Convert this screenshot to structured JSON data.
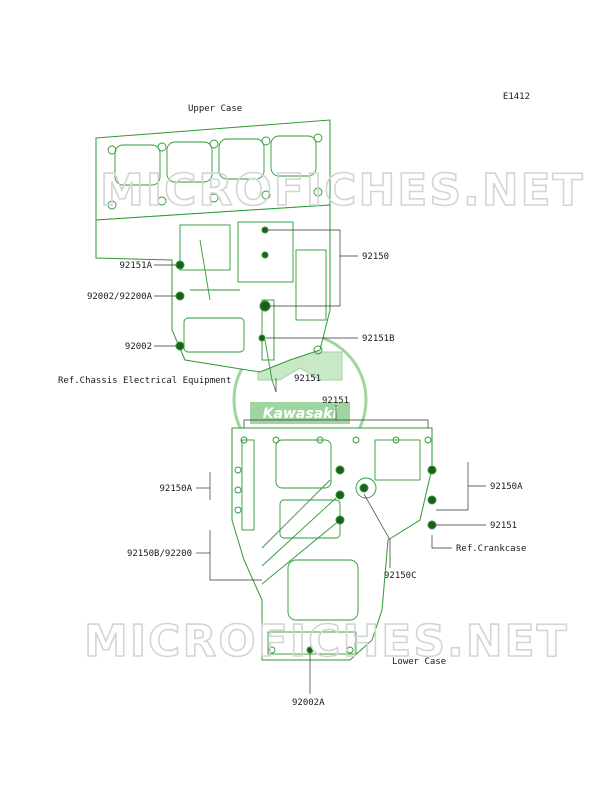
{
  "diagram_code": "E1412",
  "headers": {
    "upper_case": "Upper Case",
    "lower_case": "Lower Case"
  },
  "labels": {
    "l_92151A": "92151A",
    "l_92002_92200A": "92002/92200A",
    "l_92002": "92002",
    "l_ref_chassis": "Ref.Chassis Electrical Equipment",
    "l_92150": "92150",
    "l_92151B": "92151B",
    "l_92151_mid": "92151",
    "l_92151_top_lower": "92151",
    "l_92150A_left": "92150A",
    "l_92150B_92200": "92150B/92200",
    "l_92150A_right": "92150A",
    "l_92151_right": "92151",
    "l_ref_crankcase": "Ref.Crankcase",
    "l_92150C": "92150C",
    "l_92002A": "92002A"
  },
  "logo": {
    "brand": "Kawasaki",
    "color": "#2e9a33"
  },
  "watermark": {
    "text": "MICROFICHES.NET"
  },
  "colors": {
    "line_art": "#2e9a33",
    "text": "#1a1a1a"
  }
}
